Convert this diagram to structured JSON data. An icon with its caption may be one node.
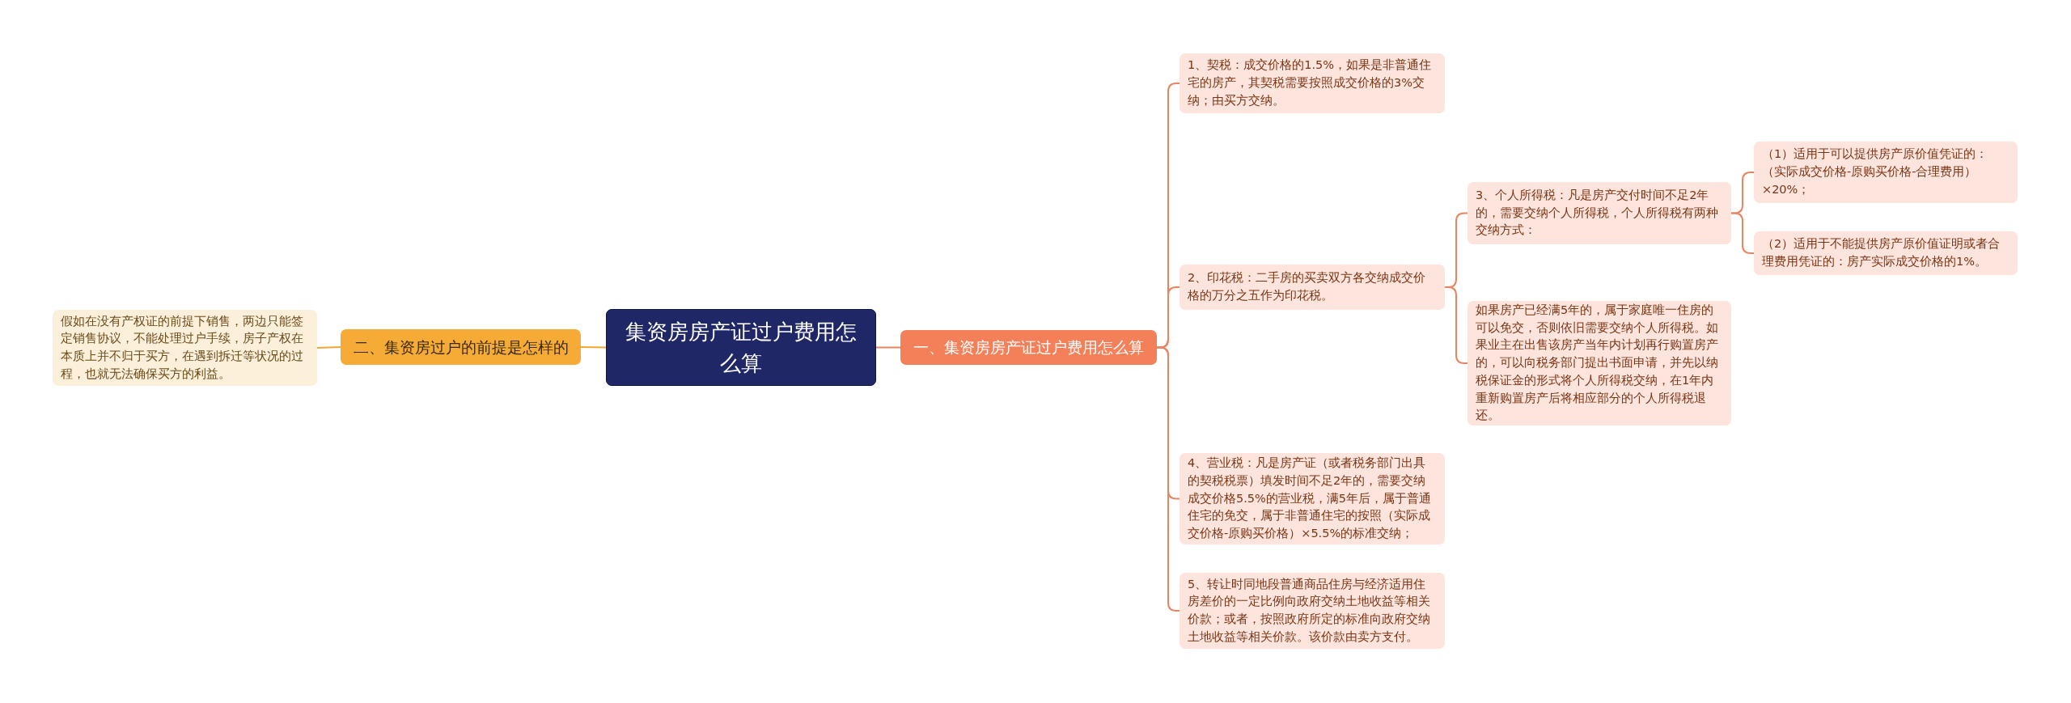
{
  "diagram": {
    "nodes": [
      {
        "text": [
          "集资房房产证过户费用怎么算"
        ]
      },
      {
        "text": [
          "一、集资房房产证过户费用怎么算"
        ]
      },
      {
        "text": [
          "1、契税：成交价格的1.5%，如果是非普通住宅的房产，其契税需要按照成交价格的3%交纳；由买方交纳。"
        ]
      },
      {
        "text": [
          "2、印花税：二手房的买卖双方各交纳成交价格的万分之五作为印花税。"
        ]
      },
      {
        "text": [
          "3、个人所得税：凡是房产交付时间不足2年的，需要交纳个人所得税，个人所得税有两种交纳方式："
        ]
      },
      {
        "text": [
          "（1）适用于可以提供房产原价值凭证的：（实际成交价格-原购买价格-合理费用）×20%；"
        ]
      },
      {
        "text": [
          "（2）适用于不能提供房产原价值证明或者合理费用凭证的：房产实际成交价格的1%。"
        ]
      },
      {
        "text": [
          "如果房产已经满5年的，属于家庭唯一住房的可以免交，否则依旧需要交纳个人所得税。如果业主在出售该房产当年内计划再行购置房产的，可以向税务部门提出书面申请，并先以纳税保证金的形式将个人所得税交纳，在1年内重新购置房产后将相应部分的个人所得税退还。"
        ]
      },
      {
        "text": [
          "4、营业税：凡是房产证（或者税务部门出具的契税税票）填发时间不足2年的，需要交纳成交价格5.5%的营业税，满5年后，属于普通住宅的免交，属于非普通住宅的按照（实际成交价格-原购买价格）×5.5%的标准交纳；"
        ]
      },
      {
        "text": [
          "5、转让时同地段普通商品住房与经济适用住房差价的一定比例向政府交纳土地收益等相关价款；或者，按照政府所定的标准向政府交纳土地收益等相关价款。该价款由卖方支付。"
        ]
      },
      {
        "text": [
          "二、集资房过户的前提是怎样的"
        ]
      },
      {
        "text": [
          "假如在没有产权证的前提下销售，两边只能签定销售协议，不能处理过户手续，房子产权在本质上并不归于买方，在遇到拆迁等状况的过程，也就无法确保买方的利益。"
        ]
      }
    ],
    "edges": [
      {
        "from": 0,
        "to": 1,
        "arrow": "none"
      },
      {
        "from": 1,
        "to": 2,
        "arrow": "none"
      },
      {
        "from": 1,
        "to": 3,
        "arrow": "none"
      },
      {
        "from": 3,
        "to": 4,
        "arrow": "none"
      },
      {
        "from": 4,
        "to": 5,
        "arrow": "none"
      },
      {
        "from": 4,
        "to": 6,
        "arrow": "none"
      },
      {
        "from": 3,
        "to": 7,
        "arrow": "none"
      },
      {
        "from": 1,
        "to": 8,
        "arrow": "none"
      },
      {
        "from": 1,
        "to": 9,
        "arrow": "none"
      },
      {
        "from": 0,
        "to": 10,
        "arrow": "none",
        "color": "#f2a735"
      },
      {
        "from": 10,
        "to": 11,
        "arrow": "none",
        "color": "#f2a735"
      }
    ]
  }
}
